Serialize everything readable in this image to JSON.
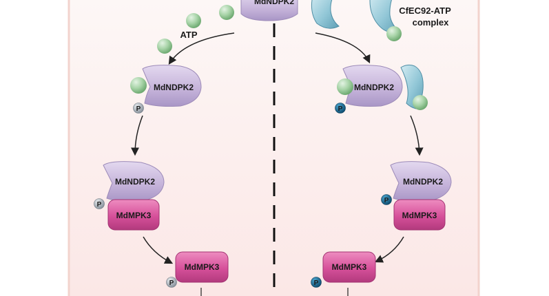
{
  "left_pathway": {
    "top_protein": "MdNDPK2",
    "atp_label": "ATP",
    "step1_protein": "MdNDPK2",
    "step1_phospho": "P",
    "step2_protein_a": "MdNDPK2",
    "step2_protein_b": "MdMPK3",
    "step2_phospho": "P",
    "step3_protein": "MdMPK3",
    "step3_phospho": "P"
  },
  "right_pathway": {
    "complex_label_line1": "CfEC92-ATP",
    "complex_label_line2": "complex",
    "step1_protein": "MdNDPK2",
    "step1_phospho": "P",
    "step2_protein_a": "MdNDPK2",
    "step2_protein_b": "MdMPK3",
    "step2_phospho": "P",
    "step3_protein": "MdMPK3",
    "step3_phospho": "P"
  },
  "colors": {
    "ndpk2_fill": "#c9b8dc",
    "mpk3_fill": "#d8549a",
    "atp_sphere": "#9fcf9f",
    "effector_fill": "#8ec4d4",
    "phospho_grey": "#9aa4ad",
    "phospho_blue": "#1f6e96",
    "panel_bg": "#fbeeee",
    "panel_border": "#f3d6d0"
  }
}
